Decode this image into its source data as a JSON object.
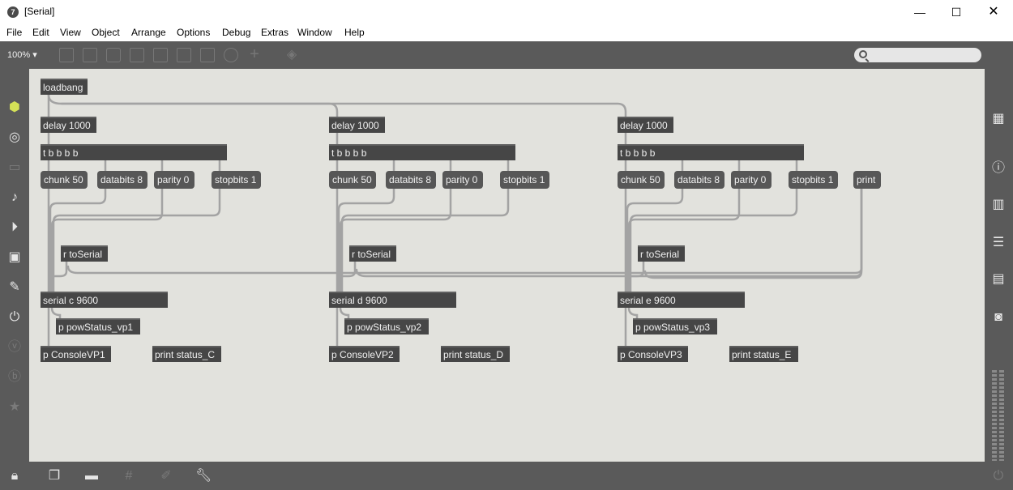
{
  "window": {
    "title": "[Serial]",
    "logo": "7",
    "min": "—",
    "max": "☐",
    "close": "✕"
  },
  "menu": [
    "File",
    "Edit",
    "View",
    "Object",
    "Arrange",
    "Options",
    "Debug",
    "Extras",
    "Window",
    "Help"
  ],
  "toolbar": {
    "zoom": "100% ▾"
  },
  "patch": {
    "loadbang": "loadbang",
    "print": "print",
    "groups": [
      {
        "delay": "delay 1000",
        "trigger": "t b b b b",
        "chunk": "chunk 50",
        "databits": "databits 8",
        "parity": "parity 0",
        "stopbits": "stopbits 1",
        "receive": "r toSerial",
        "serial": "serial c 9600",
        "powstatus": "p powStatus_vp1",
        "console": "p ConsoleVP1",
        "printstatus": "print status_C"
      },
      {
        "delay": "delay 1000",
        "trigger": "t b b b b",
        "chunk": "chunk 50",
        "databits": "databits 8",
        "parity": "parity 0",
        "stopbits": "stopbits 1",
        "receive": "r toSerial",
        "serial": "serial d 9600",
        "powstatus": "p powStatus_vp2",
        "console": "p ConsoleVP2",
        "printstatus": "print status_D"
      },
      {
        "delay": "delay 1000",
        "trigger": "t b b b b",
        "chunk": "chunk 50",
        "databits": "databits 8",
        "parity": "parity 0",
        "stopbits": "stopbits 1",
        "receive": "r toSerial",
        "serial": "serial e 9600",
        "powstatus": "p powStatus_vp3",
        "console": "p ConsoleVP3",
        "printstatus": "print status_E"
      }
    ]
  },
  "colors": {
    "canvas": "#e2e2dd",
    "chrome": "#5a5a5a",
    "object": "#464646",
    "message": "#575757",
    "cord": "#a3a3a3",
    "accent": "#d4e157"
  }
}
